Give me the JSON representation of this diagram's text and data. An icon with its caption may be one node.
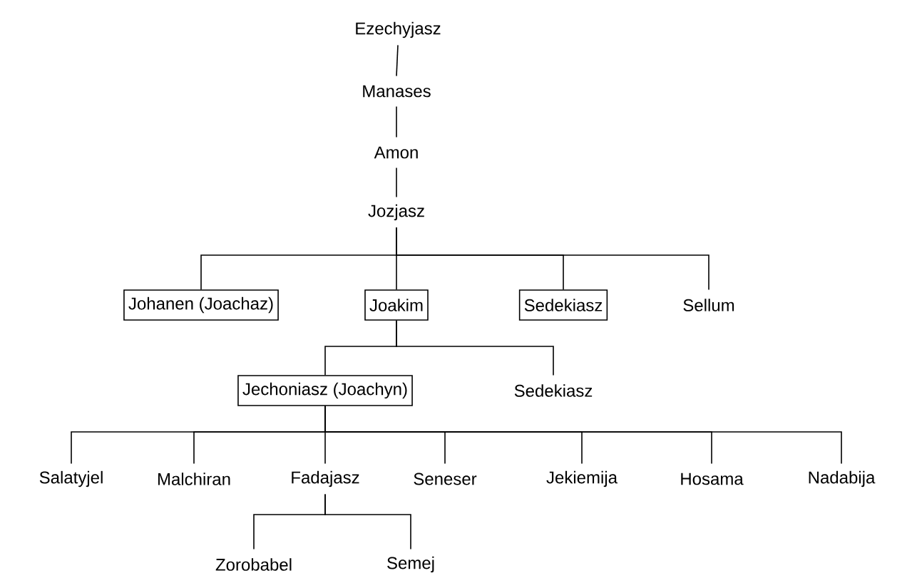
{
  "diagram": {
    "nodes": [
      {
        "text": [
          "Ezechyjasz"
        ]
      },
      {
        "text": [
          "Manases"
        ]
      },
      {
        "text": [
          "Amon"
        ]
      },
      {
        "text": [
          "Jozjasz"
        ]
      },
      {
        "text": [
          "Johanen (Joachaz)"
        ]
      },
      {
        "text": [
          "Joakim"
        ]
      },
      {
        "text": [
          "Sedekiasz"
        ]
      },
      {
        "text": [
          "Sellum"
        ]
      },
      {
        "text": [
          "Jechoniasz (Joachyn)"
        ]
      },
      {
        "text": [
          "Sedekiasz"
        ]
      },
      {
        "text": [
          "Salatyjel"
        ]
      },
      {
        "text": [
          "Malchiran"
        ]
      },
      {
        "text": [
          "Fadajasz"
        ]
      },
      {
        "text": [
          "Seneser"
        ]
      },
      {
        "text": [
          "Jekiemija"
        ]
      },
      {
        "text": [
          "Hosama"
        ]
      },
      {
        "text": [
          "Nadabija"
        ]
      },
      {
        "text": [
          "Zorobabel"
        ]
      },
      {
        "text": [
          "Semej"
        ]
      }
    ],
    "edges": [
      {
        "from": 0,
        "to": 1,
        "arrow": "none"
      },
      {
        "from": 1,
        "to": 2,
        "arrow": "none"
      },
      {
        "from": 2,
        "to": 3,
        "arrow": "none"
      },
      {
        "from": 3,
        "to": 4,
        "arrow": "none"
      },
      {
        "from": 3,
        "to": 5,
        "arrow": "none"
      },
      {
        "from": 3,
        "to": 6,
        "arrow": "none"
      },
      {
        "from": 3,
        "to": 7,
        "arrow": "none"
      },
      {
        "from": 5,
        "to": 8,
        "arrow": "none"
      },
      {
        "from": 5,
        "to": 9,
        "arrow": "none"
      },
      {
        "from": 8,
        "to": 10,
        "arrow": "none"
      },
      {
        "from": 8,
        "to": 11,
        "arrow": "none"
      },
      {
        "from": 8,
        "to": 12,
        "arrow": "none"
      },
      {
        "from": 8,
        "to": 13,
        "arrow": "none"
      },
      {
        "from": 8,
        "to": 14,
        "arrow": "none"
      },
      {
        "from": 8,
        "to": 15,
        "arrow": "none"
      },
      {
        "from": 8,
        "to": 16,
        "arrow": "none"
      },
      {
        "from": 12,
        "to": 17,
        "arrow": "none"
      },
      {
        "from": 12,
        "to": 18,
        "arrow": "none"
      }
    ]
  }
}
